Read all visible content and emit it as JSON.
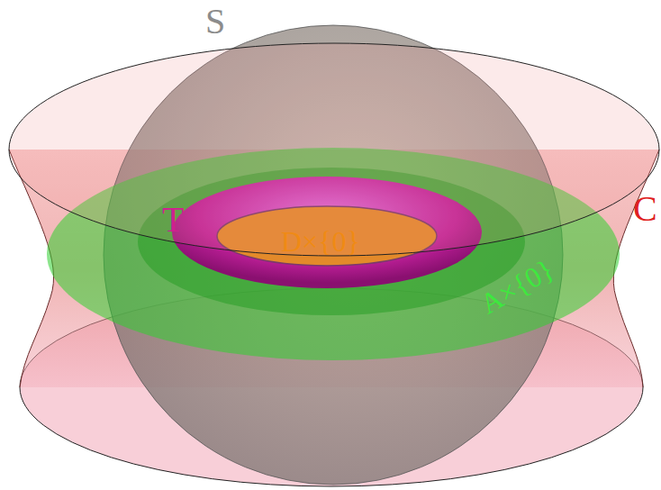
{
  "diagram": {
    "labels": [
      "S",
      "T",
      "D×{0}",
      "C",
      "A×{0}"
    ]
  }
}
